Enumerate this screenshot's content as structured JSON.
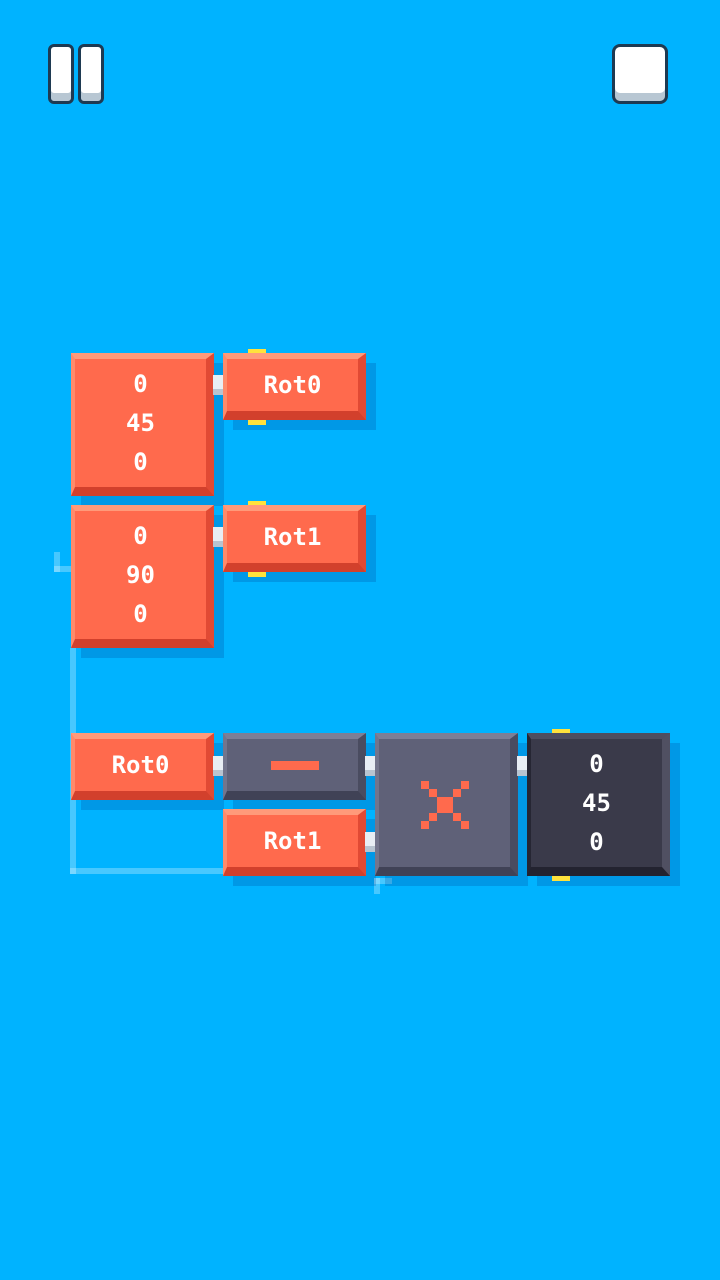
{
  "toolbar": {
    "pause_icon": "pause-icon",
    "stop_icon": "stop-icon"
  },
  "colors": {
    "background": "#00b3ff",
    "block_orange": "#ff6a4d",
    "block_gray": "#5f6178",
    "block_dark": "#3a3a4a",
    "pin_yellow": "#ffe23c"
  },
  "graph": {
    "vec_a": {
      "x": "0",
      "y": "45",
      "z": "0"
    },
    "rot_a": {
      "label": "Rot0"
    },
    "vec_b": {
      "x": "0",
      "y": "90",
      "z": "0"
    },
    "rot_b": {
      "label": "Rot1"
    },
    "input_rot0": {
      "label": "Rot0"
    },
    "subtract": {
      "icon": "minus-icon"
    },
    "input_rot1": {
      "label": "Rot1"
    },
    "multiply": {
      "icon": "multiply-icon"
    },
    "result": {
      "x": "0",
      "y": "45",
      "z": "0"
    }
  }
}
